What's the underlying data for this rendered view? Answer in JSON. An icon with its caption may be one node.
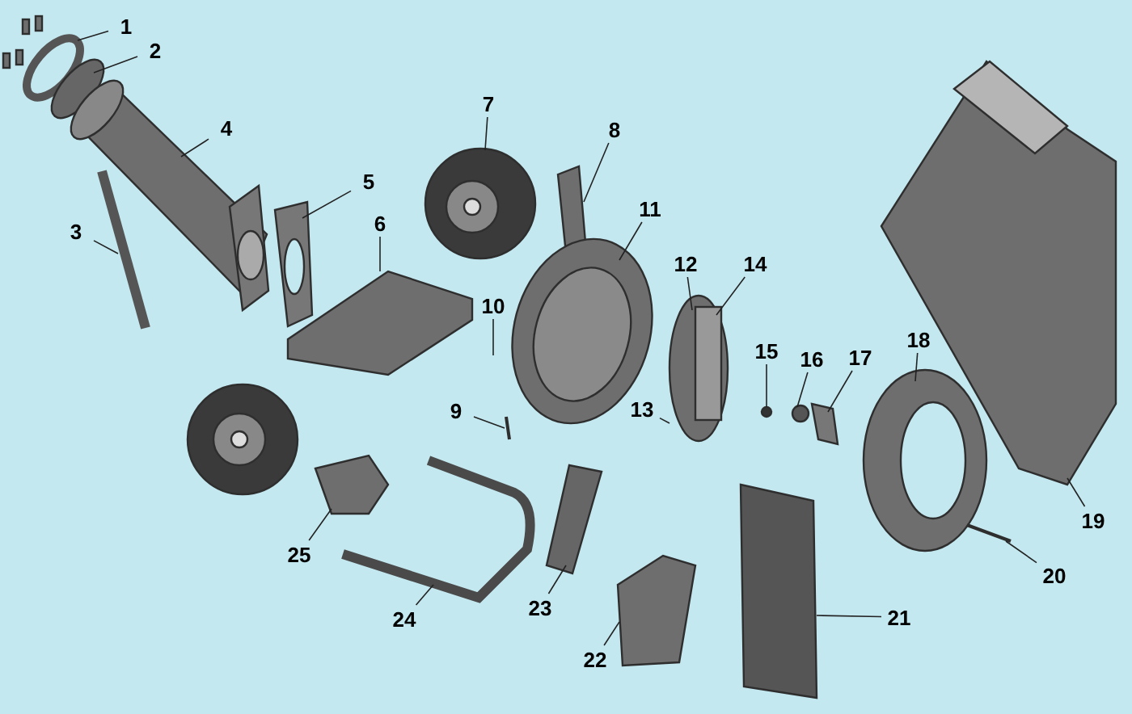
{
  "diagram": {
    "nodes": [
      {
        "text": [
          "1"
        ]
      },
      {
        "text": [
          "2"
        ]
      },
      {
        "text": [
          "3"
        ]
      },
      {
        "text": [
          "4"
        ]
      },
      {
        "text": [
          "5"
        ]
      },
      {
        "text": [
          "6"
        ]
      },
      {
        "text": [
          "7"
        ]
      },
      {
        "text": [
          "8"
        ]
      },
      {
        "text": [
          "9"
        ]
      },
      {
        "text": [
          "10"
        ]
      },
      {
        "text": [
          "11"
        ]
      },
      {
        "text": [
          "12"
        ]
      },
      {
        "text": [
          "13"
        ]
      },
      {
        "text": [
          "14"
        ]
      },
      {
        "text": [
          "15"
        ]
      },
      {
        "text": [
          "16"
        ]
      },
      {
        "text": [
          "17"
        ]
      },
      {
        "text": [
          "18"
        ]
      },
      {
        "text": [
          "19"
        ]
      },
      {
        "text": [
          "20"
        ]
      },
      {
        "text": [
          "21"
        ]
      },
      {
        "text": [
          "22"
        ]
      },
      {
        "text": [
          "23"
        ]
      },
      {
        "text": [
          "24"
        ]
      },
      {
        "text": [
          "25"
        ]
      }
    ],
    "edges": [
      {
        "from": 0,
        "to": null,
        "arrow": "none"
      },
      {
        "from": 1,
        "to": null,
        "arrow": "none"
      },
      {
        "from": 2,
        "to": null,
        "arrow": "none"
      },
      {
        "from": 3,
        "to": null,
        "arrow": "none"
      },
      {
        "from": 4,
        "to": null,
        "arrow": "none"
      },
      {
        "from": 5,
        "to": null,
        "arrow": "none"
      },
      {
        "from": 6,
        "to": null,
        "arrow": "none"
      },
      {
        "from": 7,
        "to": null,
        "arrow": "none"
      },
      {
        "from": 8,
        "to": null,
        "arrow": "none"
      },
      {
        "from": 9,
        "to": null,
        "arrow": "none"
      },
      {
        "from": 10,
        "to": null,
        "arrow": "none"
      },
      {
        "from": 11,
        "to": null,
        "arrow": "none"
      },
      {
        "from": 12,
        "to": null,
        "arrow": "none"
      },
      {
        "from": 13,
        "to": null,
        "arrow": "none"
      },
      {
        "from": 14,
        "to": null,
        "arrow": "none"
      },
      {
        "from": 15,
        "to": null,
        "arrow": "none"
      },
      {
        "from": 16,
        "to": null,
        "arrow": "none"
      },
      {
        "from": 17,
        "to": null,
        "arrow": "none"
      },
      {
        "from": 18,
        "to": null,
        "arrow": "none"
      },
      {
        "from": 19,
        "to": null,
        "arrow": "none"
      },
      {
        "from": 20,
        "to": null,
        "arrow": "none"
      },
      {
        "from": 21,
        "to": null,
        "arrow": "none"
      },
      {
        "from": 22,
        "to": null,
        "arrow": "none"
      },
      {
        "from": 23,
        "to": null,
        "arrow": "none"
      },
      {
        "from": 24,
        "to": null,
        "arrow": "none"
      }
    ]
  }
}
